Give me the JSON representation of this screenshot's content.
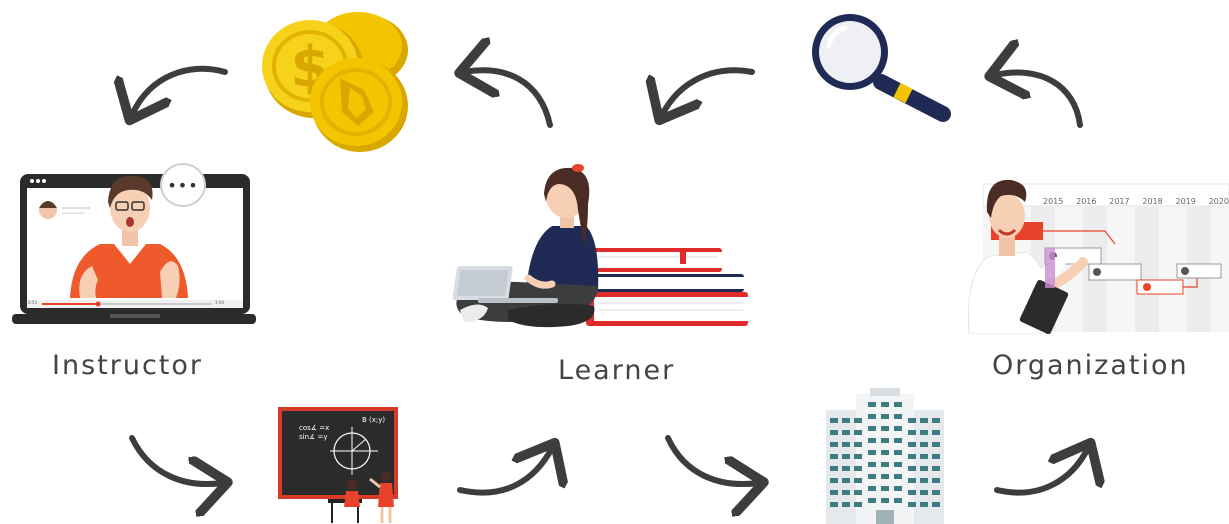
{
  "nodes": {
    "instructor": "Instructor",
    "learner": "Learner",
    "organization": "Organization"
  },
  "video_player": {
    "current_time": "0:54",
    "duration": "3:00"
  },
  "speech_bubble": "•••",
  "chalkboard": {
    "line1": "cos∡ =x",
    "line2": "sin∡ =y",
    "point_label": "B (x;y)"
  },
  "timeline": {
    "years": [
      "2015",
      "2016",
      "2017",
      "2018",
      "2019",
      "2020"
    ]
  },
  "colors": {
    "arrow": "#3d3d3d",
    "accent_red": "#e8432a",
    "navy": "#1f2a55",
    "gold": "#f5c400",
    "building_teal": "#3b7d80"
  }
}
